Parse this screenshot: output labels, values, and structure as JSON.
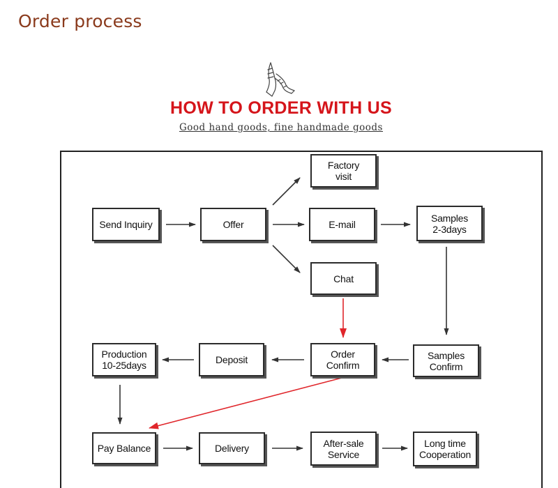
{
  "header": {
    "title": "Order process",
    "headline": "HOW TO ORDER WITH US",
    "subtitle": "Good hand goods, fine handmade goods",
    "icon": "praying-hands-icon"
  },
  "colors": {
    "title": "#8a3a1c",
    "headline": "#d5151b",
    "red_arrow": "#e0262b",
    "black_arrow": "#333333"
  },
  "steps": {
    "factory_visit": "Factory\nvisit",
    "send_inquiry": "Send Inquiry",
    "offer": "Offer",
    "email": "E-mail",
    "samples": "Samples\n2-3days",
    "chat": "Chat",
    "production": "Production\n10-25days",
    "deposit": "Deposit",
    "order_confirm": "Order\nConfirm",
    "samples_confirm": "Samples\nConfirm",
    "pay_balance": "Pay Balance",
    "delivery": "Delivery",
    "after_sale": "After-sale\nService",
    "long_time": "Long time\nCooperation"
  }
}
